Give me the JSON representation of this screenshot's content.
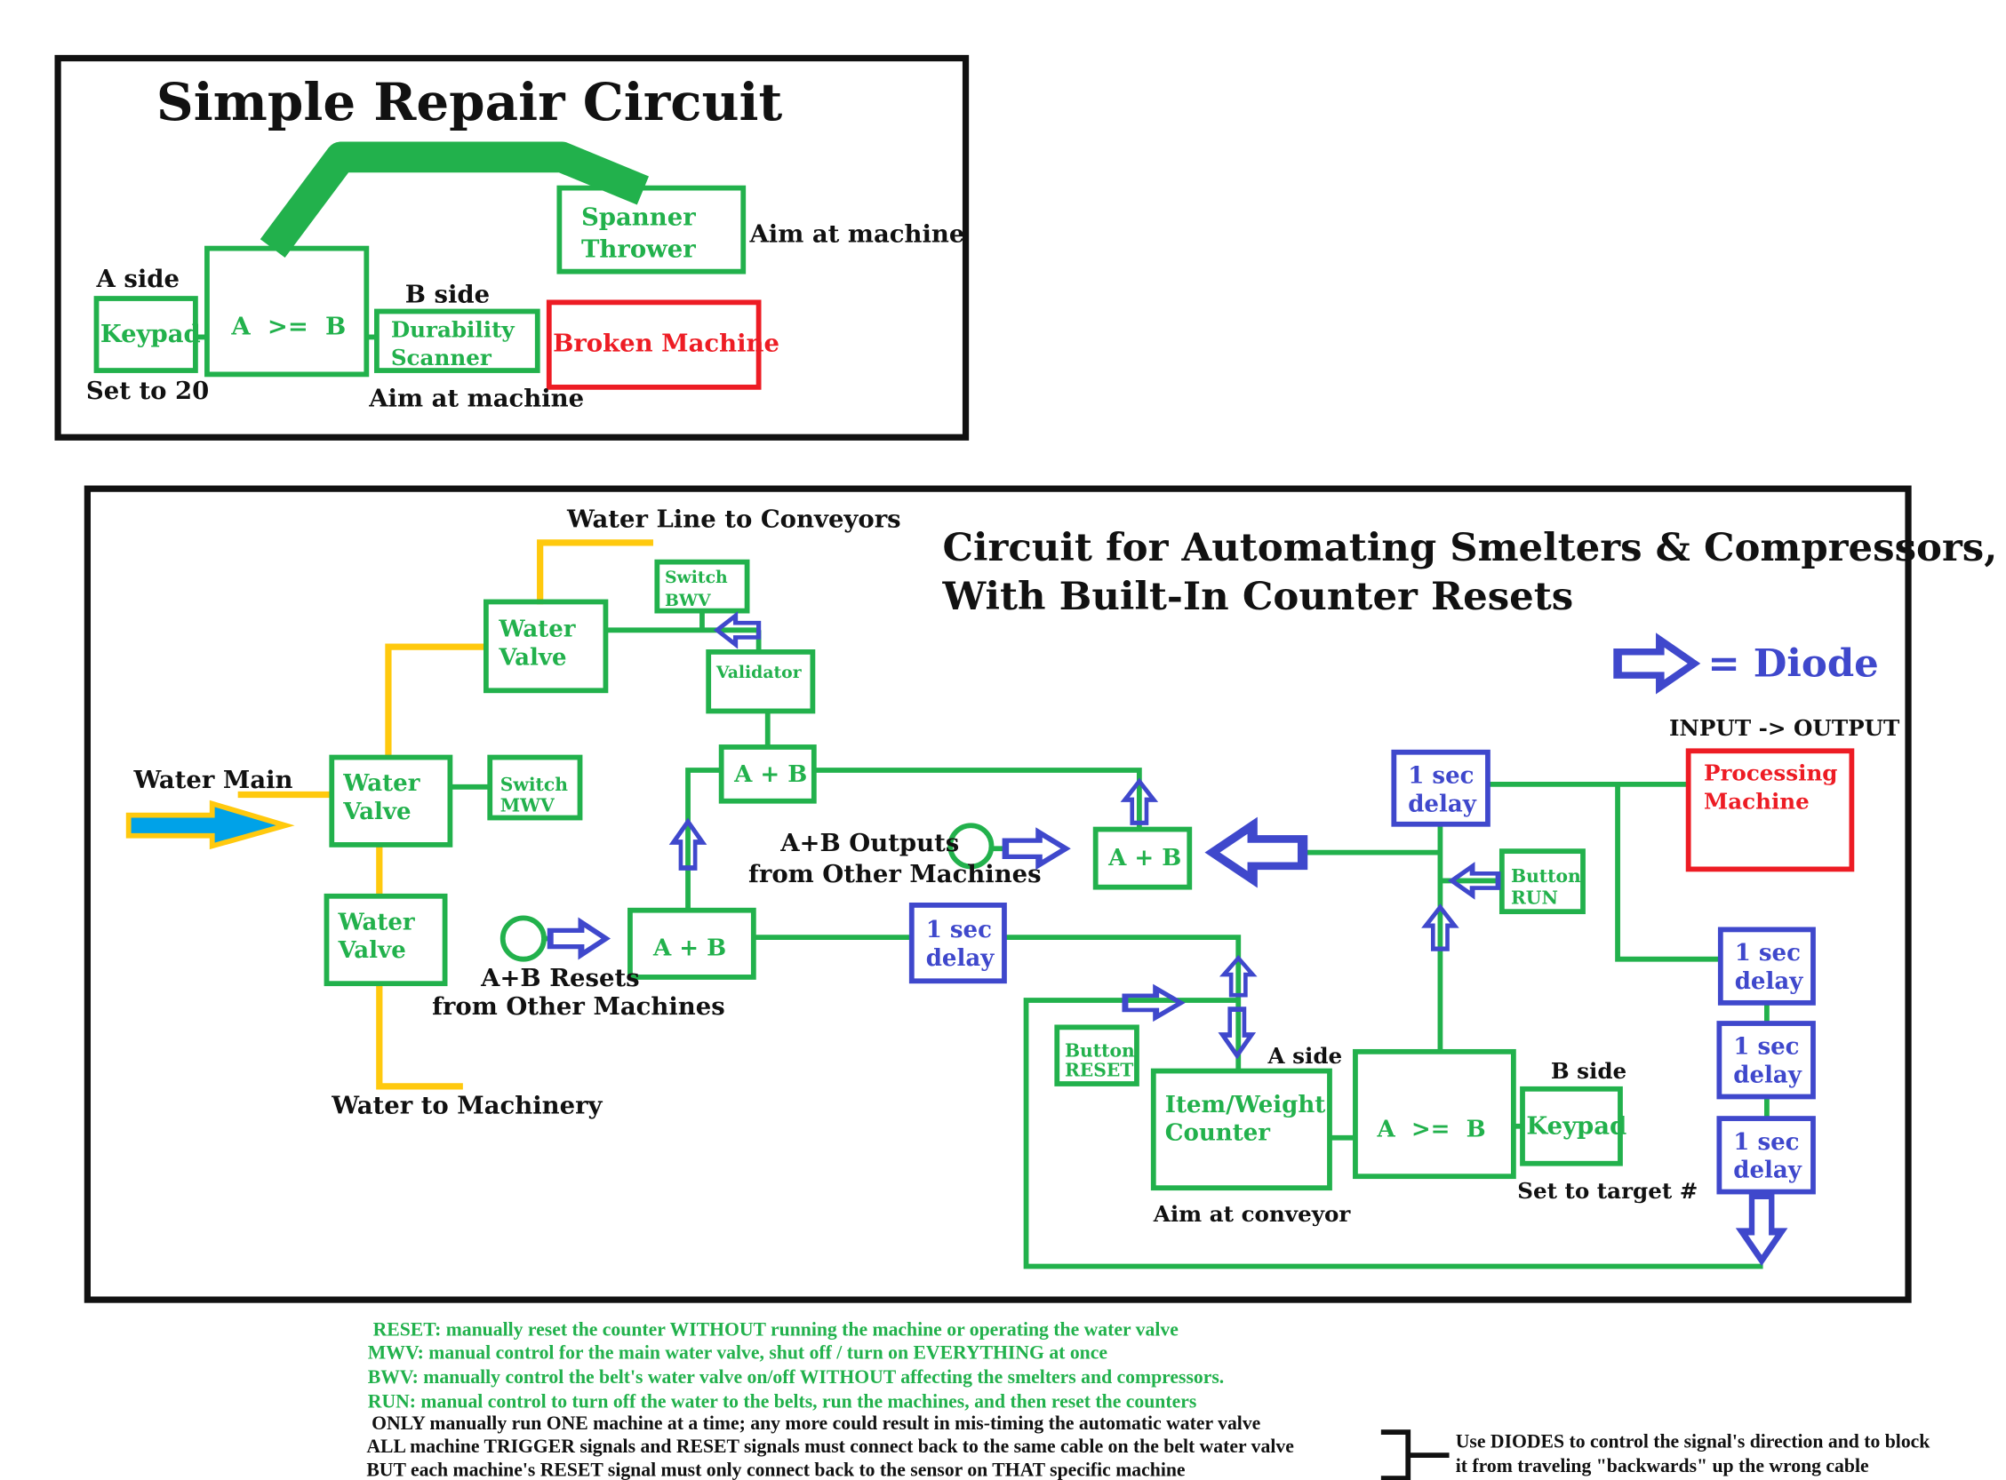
{
  "colors": {
    "wire": "#22b14c",
    "diode": "#3f48cc",
    "machine": "#ed1c24",
    "water": "#ffc90e",
    "water_main_arrow": "#00a2e8"
  },
  "simple_circuit": {
    "title": "Simple Repair Circuit",
    "a_side": "A side",
    "keypad": "Keypad",
    "set_to": "Set to 20",
    "comparator": "A  >=  B",
    "b_side": "B side",
    "durability_scanner": [
      "Durability",
      "Scanner"
    ],
    "aim_scanner": "Aim at machine",
    "spanner_thrower": [
      "Spanner",
      "Thrower"
    ],
    "aim_thrower": "Aim at machine",
    "broken_machine": "Broken Machine"
  },
  "automation_circuit": {
    "title": [
      "Circuit for Automating Smelters & Compressors,",
      "With Built-In Counter Resets"
    ],
    "legend": {
      "diode_label": "= Diode",
      "io_label": "INPUT -> OUTPUT"
    },
    "water_line_label": "Water Line to Conveyors",
    "water_main_label": "Water Main",
    "water_machinery_label": "Water to Machinery",
    "water_valve": [
      "Water",
      "Valve"
    ],
    "switch_bwv": [
      "Switch",
      "BWV"
    ],
    "switch_mwv": [
      "Switch",
      "MWV"
    ],
    "validator": "Validator",
    "a_plus_b": "A + B",
    "delay": [
      "1 sec",
      "delay"
    ],
    "button_run": [
      "Button",
      "RUN"
    ],
    "button_reset": [
      "Button",
      "RESET"
    ],
    "outputs_label": [
      "A+B Outputs",
      "from Other Machines"
    ],
    "resets_label": [
      "A+B Resets",
      "from Other Machines"
    ],
    "processing_machine": [
      "Processing",
      "Machine"
    ],
    "counter": [
      "Item/Weight",
      "Counter"
    ],
    "aim_conveyor": "Aim at conveyor",
    "a_side": "A side",
    "b_side": "B side",
    "comparator": "A  >=  B",
    "keypad": "Keypad",
    "set_target": "Set to target #"
  },
  "notes": {
    "green": [
      "RESET:  manually reset the counter WITHOUT running the machine or operating the water valve",
      "MWV:  manual control for the main water valve, shut off / turn on EVERYTHING at once",
      "BWV:  manually control the belt's water valve on/off WITHOUT affecting the smelters and compressors.",
      "RUN:  manual control to turn off the water to the belts, run the machines, and then reset the counters"
    ],
    "black": [
      "ONLY manually run ONE machine at a time; any more could result in mis-timing the automatic water valve",
      "ALL machine TRIGGER signals and RESET signals must connect back to the same cable on the belt water valve",
      "BUT each machine's RESET signal must only connect back to the sensor on THAT specific machine"
    ],
    "diode_note": [
      "Use DIODES to control the signal's direction and to block",
      "it from traveling \"backwards\" up the wrong cable"
    ]
  }
}
